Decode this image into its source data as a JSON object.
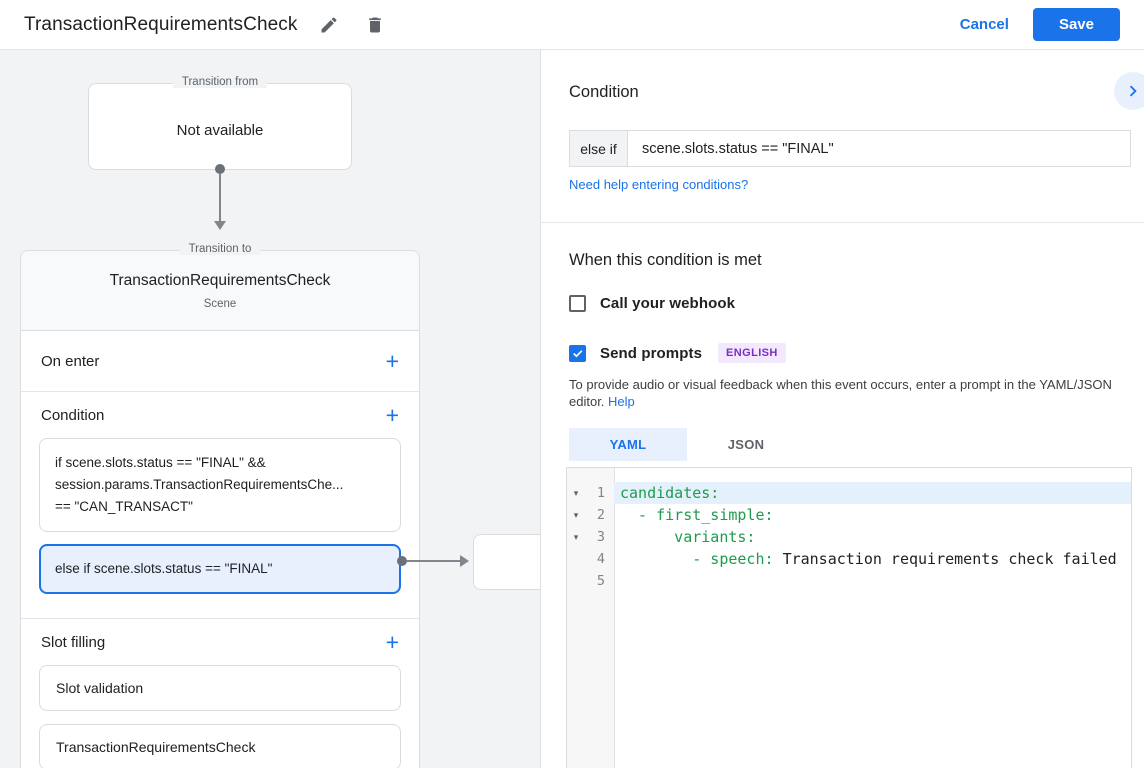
{
  "colors": {
    "accent": "#1a73e8",
    "accent_bg": "#e8f0fe",
    "border": "#dadce0",
    "canvas": "#f1f3f4",
    "text": "#202124",
    "text_gray": "#5f6368",
    "code_key": "#1e9c4d",
    "badge_bg": "#f3e8fd",
    "badge_text": "#7b2fc0",
    "line_highlight": "#e4f1fc",
    "gutter_bg": "#f7f7f7"
  },
  "icons": {
    "plus": "+",
    "fold_arrow": "▾"
  },
  "header": {
    "title": "TransactionRequirementsCheck",
    "cancel_label": "Cancel",
    "save_label": "Save"
  },
  "canvas": {
    "transition_from": {
      "label": "Transition from",
      "value": "Not available"
    },
    "scene_card": {
      "label": "Transition to",
      "title": "TransactionRequirementsCheck",
      "subtitle": "Scene",
      "on_enter": {
        "label": "On enter"
      },
      "condition": {
        "label": "Condition",
        "boxes": [
          {
            "line1": "if scene.slots.status == \"FINAL\" &&",
            "line2": "session.params.TransactionRequirementsChe...",
            "line3": "== \"CAN_TRANSACT\"",
            "selected": false
          },
          {
            "line1": "else if scene.slots.status == \"FINAL\"",
            "selected": true
          }
        ]
      },
      "slot_filling": {
        "label": "Slot filling",
        "items": [
          {
            "label": "Slot validation"
          },
          {
            "label": "TransactionRequirementsCheck"
          }
        ]
      }
    }
  },
  "panel": {
    "title": "Condition",
    "condition_input": {
      "prefix": "else if",
      "value": "scene.slots.status == \"FINAL\""
    },
    "help_link": "Need help entering conditions?",
    "when_met": {
      "title": "When this condition is met",
      "webhook": {
        "label": "Call your webhook",
        "checked": false
      },
      "send_prompts": {
        "label": "Send prompts",
        "checked": true,
        "badge": "ENGLISH"
      },
      "description": "To provide audio or visual feedback when this event occurs, enter a prompt in the YAML/JSON editor.",
      "help_label": "Help"
    },
    "editor": {
      "tabs": [
        {
          "label": "YAML",
          "active": true
        },
        {
          "label": "JSON",
          "active": false
        }
      ],
      "lines": [
        {
          "num": 1,
          "fold": true,
          "highlighted": true,
          "segments": [
            {
              "type": "key",
              "text": "candidates:"
            }
          ]
        },
        {
          "num": 2,
          "fold": true,
          "highlighted": false,
          "segments": [
            {
              "type": "key",
              "text": "  - first_simple:"
            }
          ]
        },
        {
          "num": 3,
          "fold": true,
          "highlighted": false,
          "segments": [
            {
              "type": "key",
              "text": "      variants:"
            }
          ]
        },
        {
          "num": 4,
          "fold": false,
          "highlighted": false,
          "segments": [
            {
              "type": "key",
              "text": "        - speech: "
            },
            {
              "type": "value",
              "text": "Transaction requirements check failed"
            }
          ]
        },
        {
          "num": 5,
          "fold": false,
          "highlighted": false,
          "segments": []
        }
      ]
    }
  }
}
